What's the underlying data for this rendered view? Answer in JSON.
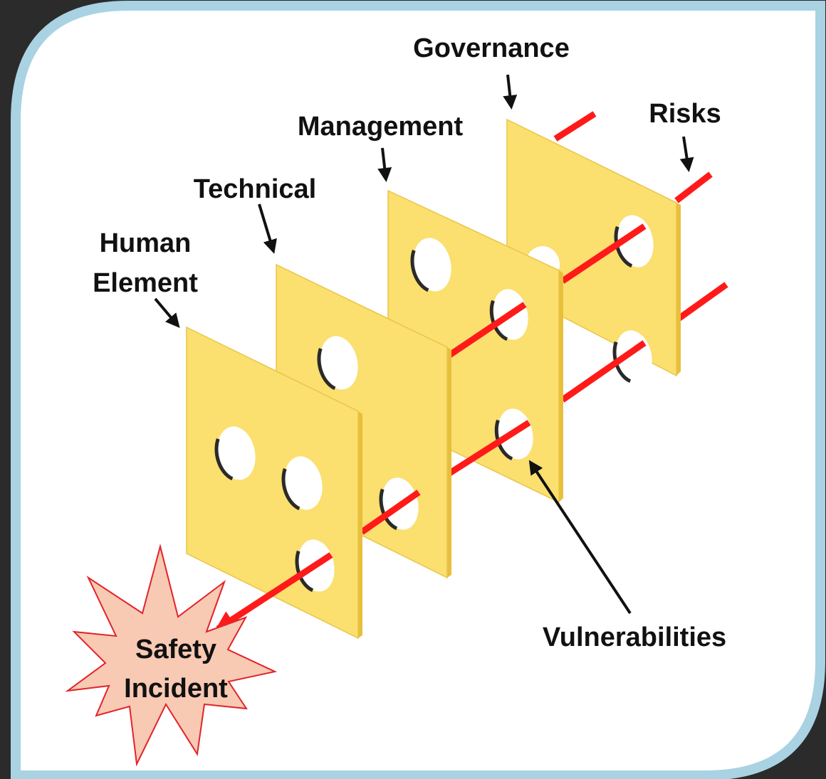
{
  "labels": {
    "governance": "Governance",
    "risks": "Risks",
    "management": "Management",
    "technical": "Technical",
    "human_line1": "Human",
    "human_line2": "Element",
    "vulnerabilities": "Vulnerabilities",
    "incident_line1": "Safety",
    "incident_line2": "Incident"
  },
  "colors": {
    "background": "#2b2b2b",
    "frame_border": "#a9d2e3",
    "panel": "#ffffff",
    "slice_face": "#fbdf6f",
    "slice_edge": "#e7bf3a",
    "risk_line": "#ff1a1a",
    "starburst_fill": "#f8c9b3",
    "starburst_stroke": "#e2232a"
  },
  "icons": [
    "arrow-icon",
    "starburst-icon"
  ]
}
